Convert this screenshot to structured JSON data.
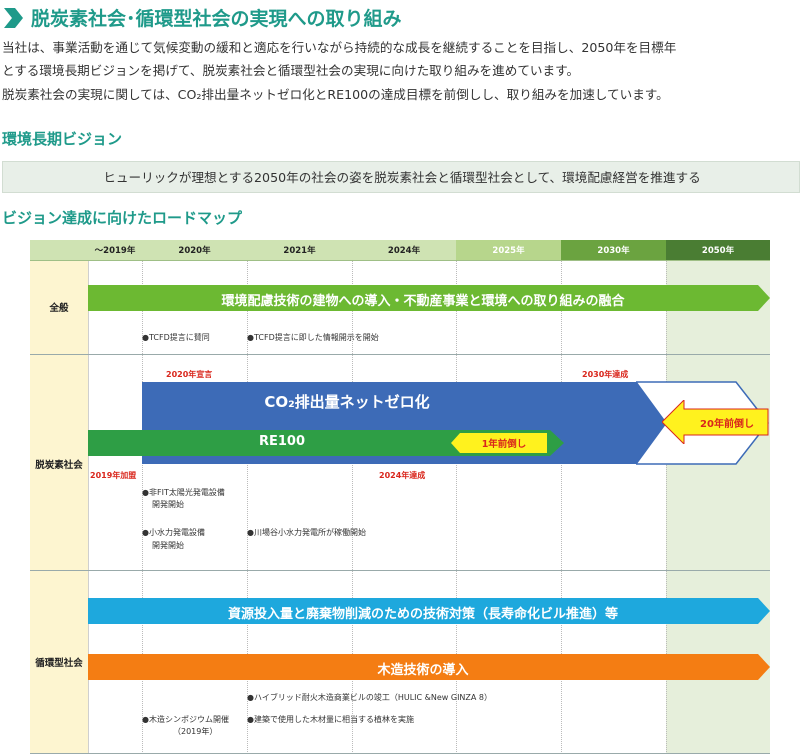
{
  "header": {
    "title": "脱炭素社会･循環型社会の実現への取り組み",
    "intro_line1": "当社は、事業活動を通じて気候変動の緩和と適応を行いながら持続的な成長を継続することを目指し、2050年を目標年",
    "intro_line2": "とする環境長期ビジョンを掲げて、脱炭素社会と循環型社会の実現に向けた取り組みを進めています。",
    "intro_line3": "脱炭素社会の実現に関しては、CO₂排出量ネットゼロ化とRE100の達成目標を前倒しし、取り組みを加速しています。"
  },
  "vision": {
    "heading": "環境長期ビジョン",
    "text": "ヒューリックが理想とする2050年の社会の姿を脱炭素社会と循環型社会として、環境配慮経営を推進する"
  },
  "roadmap": {
    "heading": "ビジョン達成に向けたロードマップ",
    "columns": [
      "～2019年",
      "2020年",
      "2021年",
      "2024年",
      "2025年",
      "2030年",
      "2050年"
    ],
    "rows": {
      "general": {
        "label": "全般",
        "bar": "環境配慮技術の建物への導入・不動産事業と環境への取り組みの融合",
        "item1": "●TCFD提言に賛同",
        "item2": "●TCFD提言に即した情報開示を開始"
      },
      "decarbon": {
        "label": "脱炭素社会",
        "co2_bar": "CO₂排出量ネットゼロ化",
        "re100_bar": "RE100",
        "declared_2020": "2020年宣言",
        "achieve_2030": "2030年達成",
        "joined_2019": "2019年加盟",
        "achieve_2024": "2024年達成",
        "ahead_1y": "1年前倒し",
        "ahead_20y": "20年前倒し",
        "item_fit_1": "●非FIT太陽光発電設備",
        "item_fit_2": "開発開始",
        "item_hydro_1": "●小水力発電設備",
        "item_hydro_2": "開発開始",
        "item_kawaba": "●川場谷小水力発電所が稼働開始"
      },
      "circular": {
        "label": "循環型社会",
        "bar1": "資源投入量と廃棄物削減のための技術対策（長寿命化ビル推進）等",
        "bar2": "木造技術の導入",
        "item_hybrid": "●ハイブリッド耐火木造商業ビルの竣工（HULIC &New GINZA 8）",
        "item_symposium_1": "●木造シンポジウム開催",
        "item_symposium_2": "（2019年）",
        "item_afforest": "●建築で使用した木材量に相当する植林を実施"
      }
    }
  },
  "colors": {
    "title": "#1f9a8a",
    "green_bar": "#6cb932",
    "blue_bar": "#3d6bb7",
    "re100_bar": "#2e9e45",
    "teal_bar": "#1ea8dd",
    "orange_bar": "#f47d13",
    "callout": "#fff21e",
    "row_label_bg": "#fdf5d0",
    "header_bg": "#cfe3b3",
    "header_2025": "#b7d68c",
    "header_2030": "#6ba340",
    "header_2050": "#4a7d33",
    "col_2050": "#e6efdb"
  }
}
